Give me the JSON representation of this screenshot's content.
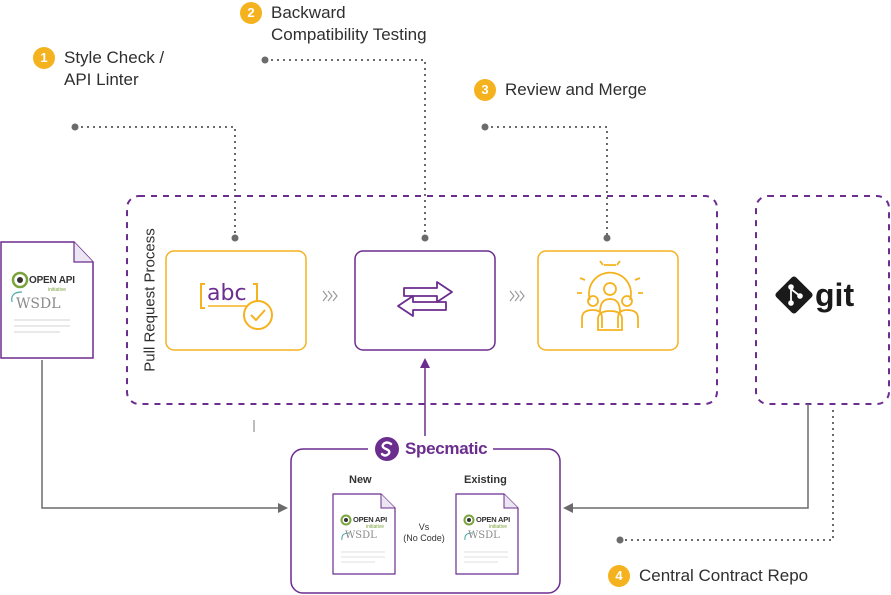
{
  "steps": {
    "style_check": {
      "number": "1",
      "label": "Style Check /\nAPI Linter"
    },
    "backward_compat": {
      "number": "2",
      "label": "Backward\nCompatibility Testing"
    },
    "review_merge": {
      "number": "3",
      "label": "Review and Merge"
    },
    "central_repo": {
      "number": "4",
      "label": "Central Contract Repo"
    }
  },
  "pull_request": {
    "label": "Pull Request Process",
    "abc_text": "abc"
  },
  "source_doc": {
    "openapi": "OPEN API",
    "openapi_sub": "initiative",
    "wsdl": "WSDL"
  },
  "specmatic": {
    "brand": "Specmatic",
    "new_label": "New",
    "existing_label": "Existing",
    "vs_label": "Vs",
    "no_code_label": "(No Code)",
    "openapi": "OPEN API",
    "openapi_sub": "initiative",
    "wsdl": "WSDL"
  },
  "git": {
    "label": "git"
  },
  "colors": {
    "purple": "#6b2d8e",
    "gold": "#f5b21f",
    "gray": "#6b6b6b"
  }
}
